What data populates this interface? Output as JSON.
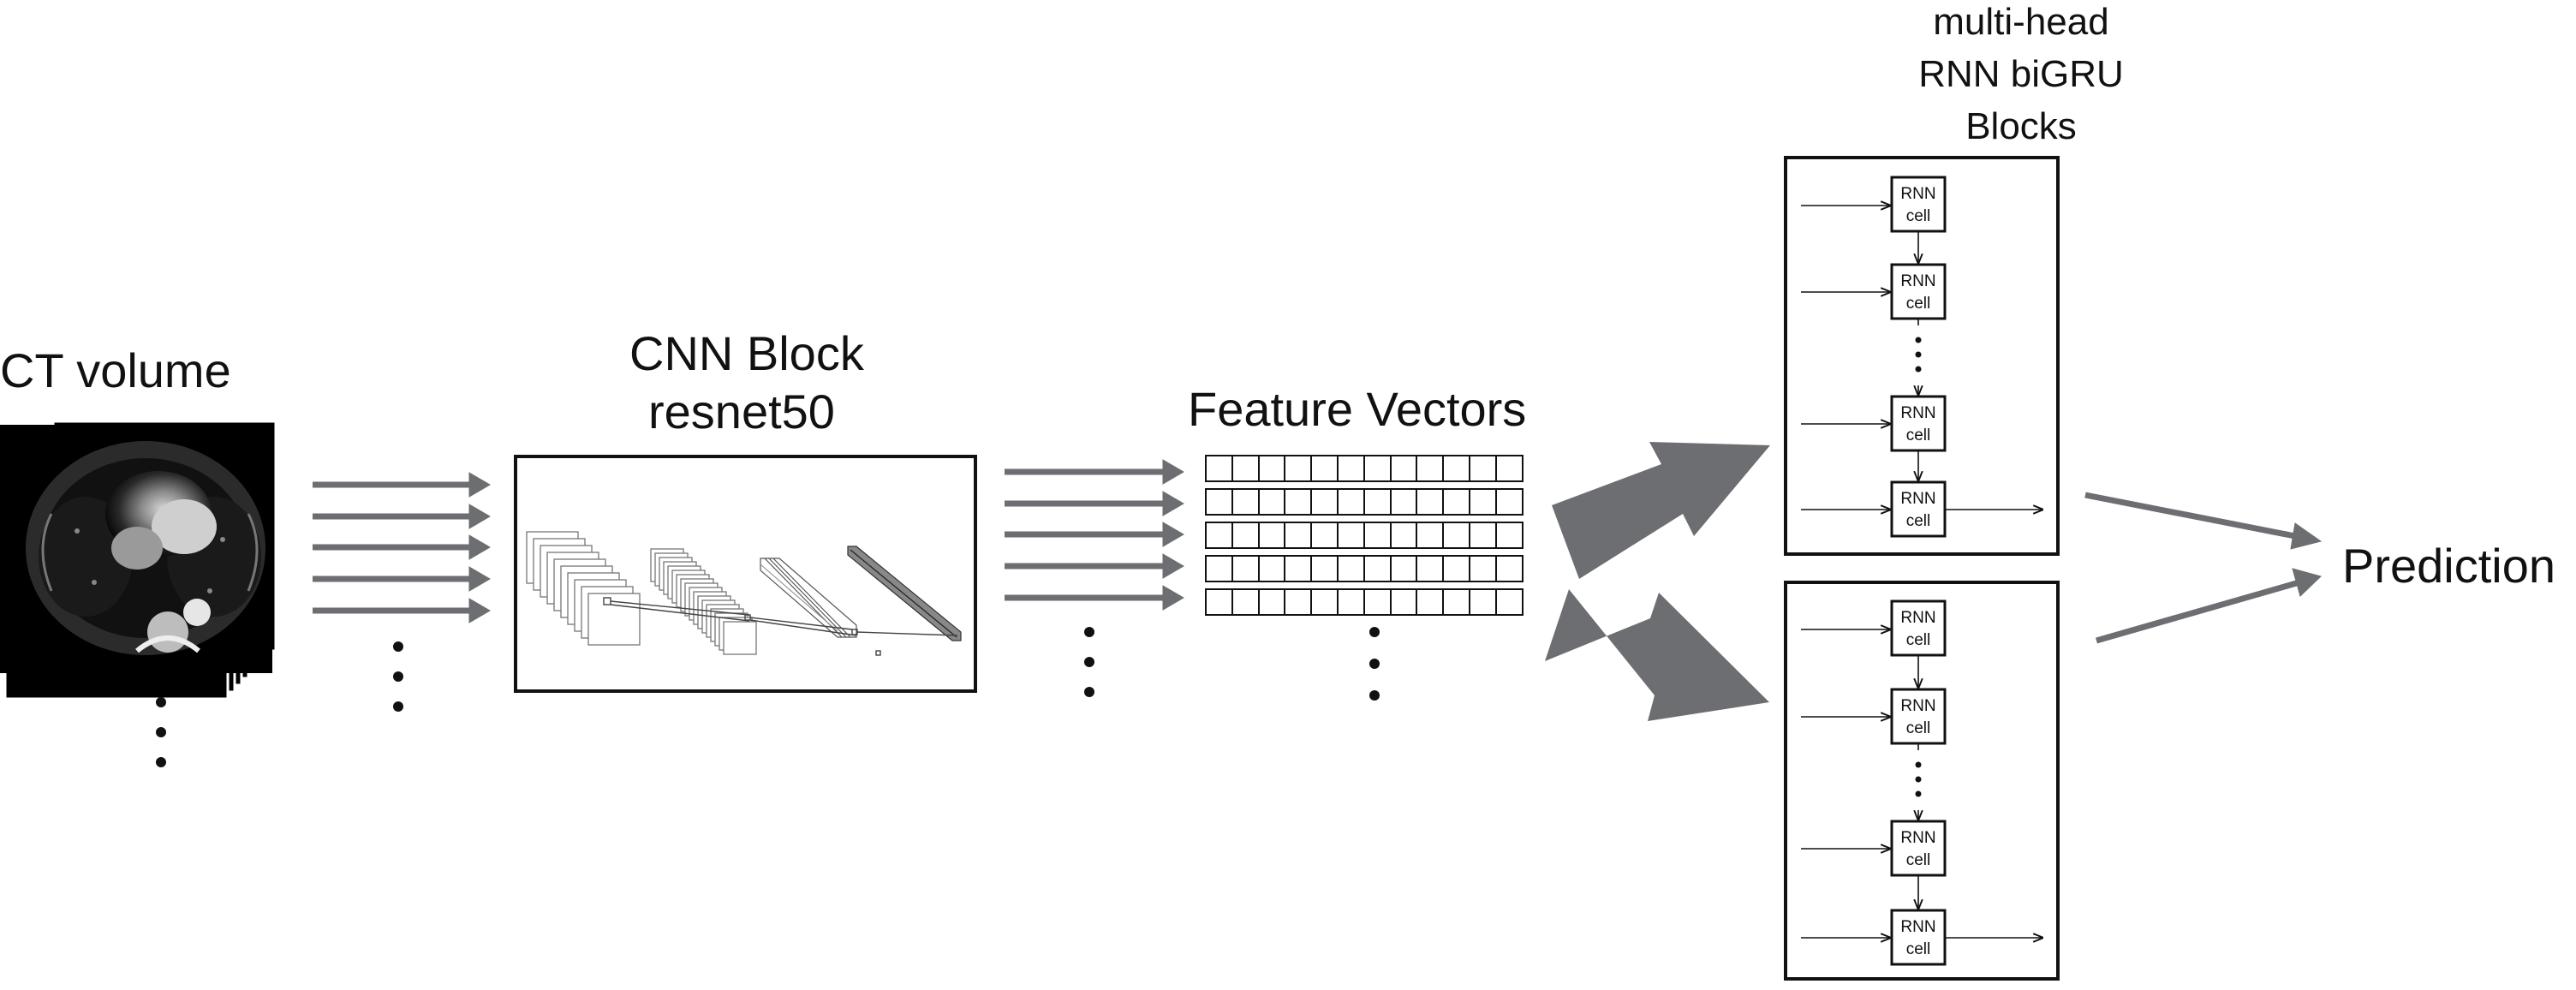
{
  "labels": {
    "ct_volume": "CT volume",
    "cnn_title": "CNN Block",
    "cnn_subtitle": "resnet50",
    "feature_vectors": "Feature Vectors",
    "rnn_title_line1": "multi-head",
    "rnn_title_line2": "RNN biGRU",
    "rnn_title_line3": "Blocks",
    "prediction": "Prediction",
    "rnn_cell_top": "RNN",
    "rnn_cell_bottom": "cell"
  },
  "colors": {
    "arrow_gray": "#6d6e71",
    "line_black": "#111111",
    "ct_background": "#000000"
  }
}
